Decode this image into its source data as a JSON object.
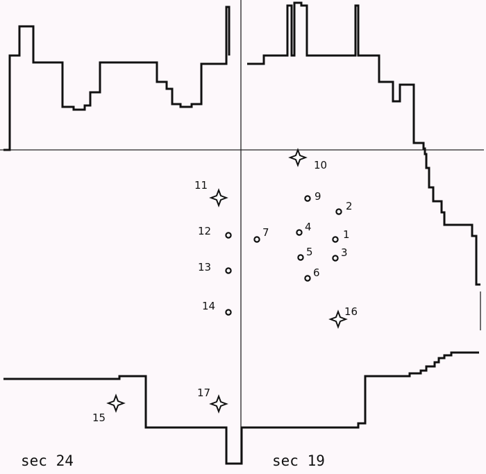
{
  "colors": {
    "background": "#fdf8fb",
    "ink": "#111111"
  },
  "sections": {
    "left": "sec 24",
    "right": "sec 19"
  },
  "points": [
    {
      "id": "1",
      "label": "1",
      "symbol": "dot"
    },
    {
      "id": "2",
      "label": "2",
      "symbol": "dot"
    },
    {
      "id": "3",
      "label": "3",
      "symbol": "dot"
    },
    {
      "id": "4",
      "label": "4",
      "symbol": "dot"
    },
    {
      "id": "5",
      "label": "5",
      "symbol": "dot"
    },
    {
      "id": "6",
      "label": "6",
      "symbol": "dot"
    },
    {
      "id": "7",
      "label": "7",
      "symbol": "dot"
    },
    {
      "id": "9",
      "label": "9",
      "symbol": "dot"
    },
    {
      "id": "10",
      "label": "10",
      "symbol": "star"
    },
    {
      "id": "11",
      "label": "11",
      "symbol": "star"
    },
    {
      "id": "12",
      "label": "12",
      "symbol": "dot"
    },
    {
      "id": "13",
      "label": "13",
      "symbol": "dot"
    },
    {
      "id": "14",
      "label": "14",
      "symbol": "dot"
    },
    {
      "id": "15",
      "label": "15",
      "symbol": "star"
    },
    {
      "id": "16",
      "label": "16",
      "symbol": "star"
    },
    {
      "id": "17",
      "label": "17",
      "symbol": "star"
    }
  ]
}
